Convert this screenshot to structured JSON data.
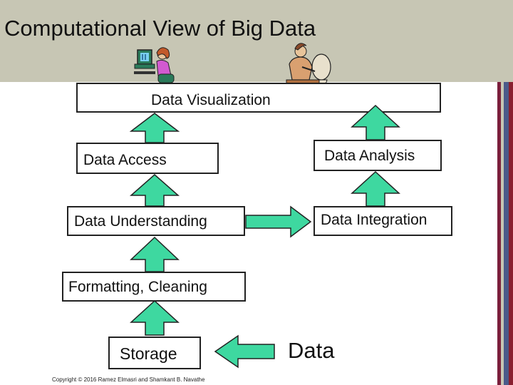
{
  "title": "Computational View of  Big Data",
  "diagram": {
    "visualization": "Data Visualization",
    "access": "Data Access",
    "analysis": "Data Analysis",
    "understanding": "Data Understanding",
    "integration": "Data Integration",
    "formatting": "Formatting, Cleaning",
    "storage": "Storage",
    "data": "Data"
  },
  "footer": {
    "copyright": "Copyright © 2016 Ramez Elmasri and Shamkant B. Navathe"
  },
  "colors": {
    "header_bg": "#c7c6b4",
    "arrow_fill": "#3ed8a0",
    "stripe_colors": [
      "#7b1f3c",
      "#c7c6b4",
      "#4b5a8a",
      "#8a2030"
    ]
  },
  "icons": [
    "person-at-computer-icon",
    "person-at-desk-icon"
  ]
}
